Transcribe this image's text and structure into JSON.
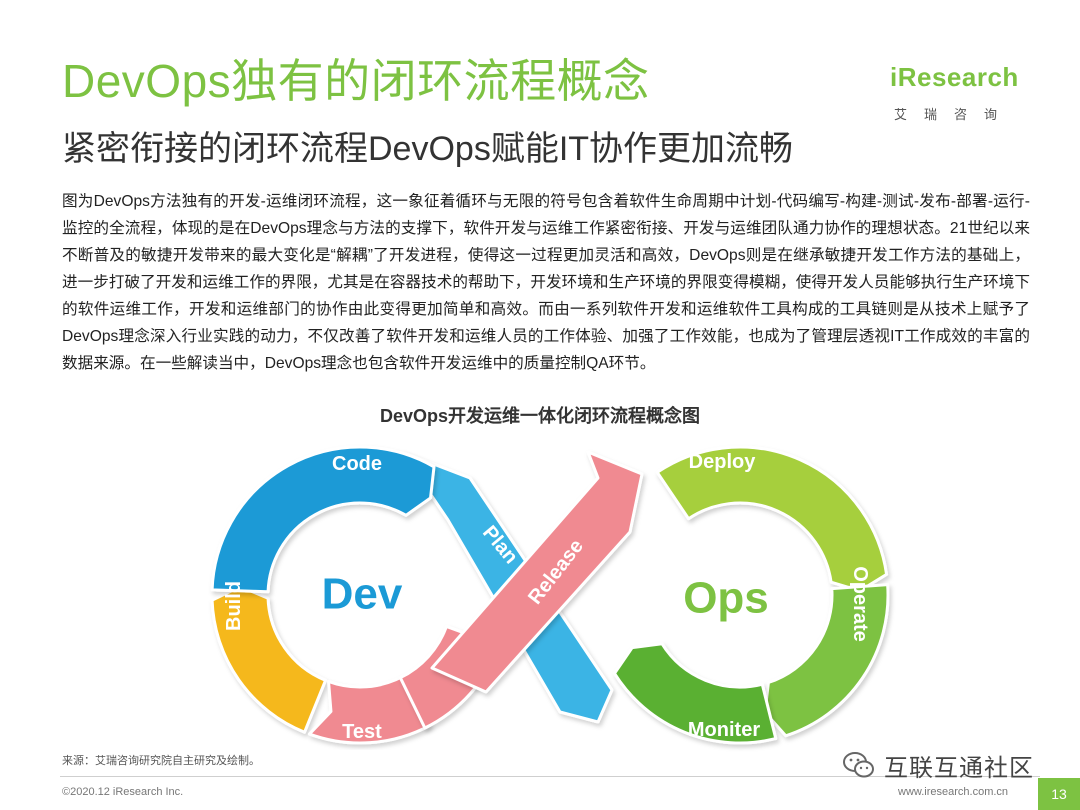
{
  "header": {
    "title": "DevOps独有的闭环流程概念",
    "subtitle": "紧密衔接的闭环流程DevOps赋能IT协作更加流畅"
  },
  "logo": {
    "main": "iResearch",
    "sub": "艾瑞咨询"
  },
  "body": {
    "paragraph": "图为DevOps方法独有的开发-运维闭环流程，这一象征着循环与无限的符号包含着软件生命周期中计划-代码编写-构建-测试-发布-部署-运行-监控的全流程，体现的是在DevOps理念与方法的支撑下，软件开发与运维工作紧密衔接、开发与运维团队通力协作的理想状态。21世纪以来不断普及的敏捷开发带来的最大变化是“解耦”了开发进程，使得这一过程更加灵活和高效，DevOps则是在继承敏捷开发工作方法的基础上，进一步打破了开发和运维工作的界限，尤其是在容器技术的帮助下，开发环境和生产环境的界限变得模糊，使得开发人员能够执行生产环境下的软件运维工作，开发和运维部门的协作由此变得更加简单和高效。而由一系列软件开发和运维软件工具构成的工具链则是从技术上赋予了DevOps理念深入行业实践的动力，不仅改善了软件开发和运维人员的工作体验、加强了工作效能，也成为了管理层透视IT工作成效的丰富的数据来源。在一些解读当中，DevOps理念也包含软件开发运维中的质量控制QA环节。"
  },
  "chart_data": {
    "type": "diagram",
    "title": "DevOps开发运维一体化闭环流程概念图",
    "loops": [
      {
        "name": "Dev",
        "color": "#1b9ad6"
      },
      {
        "name": "Ops",
        "color": "#7dc242"
      }
    ],
    "stages": [
      {
        "label": "Code",
        "color": "#1b9ad6"
      },
      {
        "label": "Build",
        "color": "#f5b81c"
      },
      {
        "label": "Test",
        "color": "#f08a91"
      },
      {
        "label": "Release",
        "color": "#f08a91"
      },
      {
        "label": "Deploy",
        "color": "#a6cf3c"
      },
      {
        "label": "Operate",
        "color": "#7dc242"
      },
      {
        "label": "Moniter",
        "color": "#5ab033"
      },
      {
        "label": "Plan",
        "color": "#3bb4e5"
      }
    ]
  },
  "footer": {
    "source": "来源：艾瑞咨询研究院自主研究及绘制。",
    "copyright": "©2020.12 iResearch Inc.",
    "website": "www.iresearch.com.cn",
    "page": "13",
    "watermark": "互联互通社区"
  }
}
